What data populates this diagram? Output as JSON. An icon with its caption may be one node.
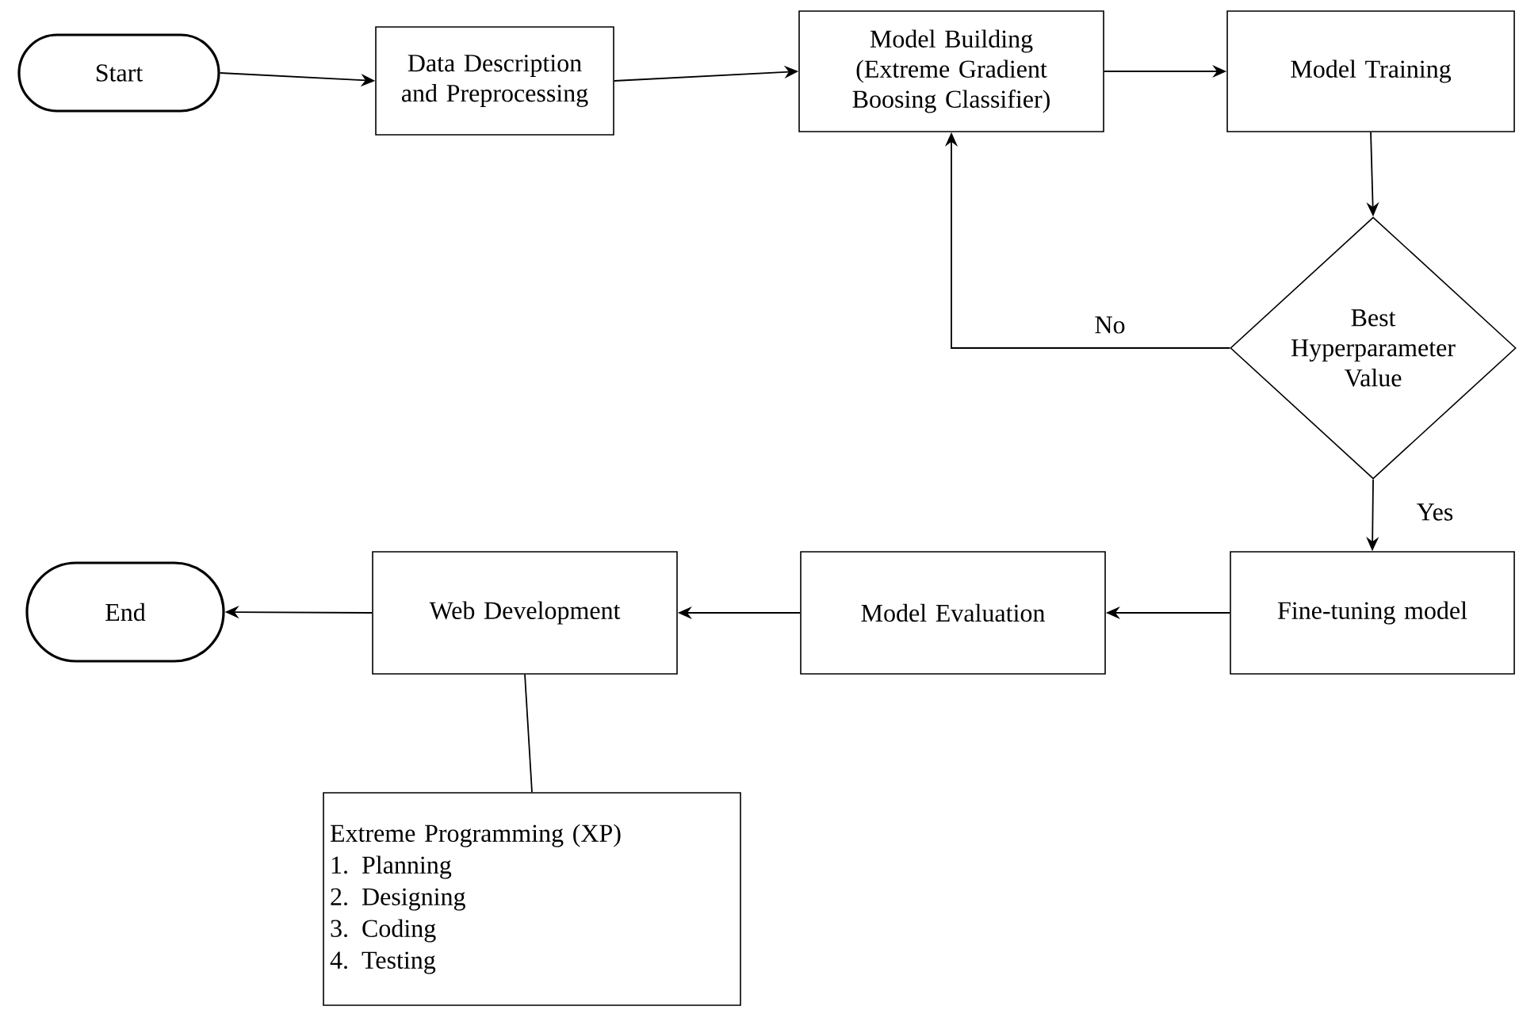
{
  "diagram": {
    "nodes": [
      {
        "text": [
          "Start"
        ]
      },
      {
        "text": [
          "Data Description and Preprocessing"
        ]
      },
      {
        "text": [
          "Model Building (Extreme Gradient Boosing Classifier)"
        ]
      },
      {
        "text": [
          "Model Training"
        ]
      },
      {
        "text": [
          "Best Hyperparameter Value"
        ]
      },
      {
        "text": [
          "Fine-tuning model"
        ]
      },
      {
        "text": [
          "Model Evaluation"
        ]
      },
      {
        "text": [
          "Web Development"
        ]
      },
      {
        "text": [
          "End"
        ]
      },
      {
        "text": [
          "Extreme Programming (XP)",
          "1. Planning",
          "2. Designing",
          "3. Coding",
          "4. Testing"
        ]
      }
    ],
    "edges": [
      {
        "from": 0,
        "to": 1,
        "arrow": "to"
      },
      {
        "from": 1,
        "to": 2,
        "arrow": "to"
      },
      {
        "from": 2,
        "to": 3,
        "arrow": "to"
      },
      {
        "from": 3,
        "to": 4,
        "arrow": "to"
      },
      {
        "from": 4,
        "to": 2,
        "arrow": "to",
        "label": "No"
      },
      {
        "from": 4,
        "to": 5,
        "arrow": "to",
        "label": "Yes"
      },
      {
        "from": 5,
        "to": 6,
        "arrow": "to"
      },
      {
        "from": 6,
        "to": 7,
        "arrow": "to"
      },
      {
        "from": 7,
        "to": 8,
        "arrow": "to"
      },
      {
        "from": 7,
        "to": 9,
        "arrow": "none"
      }
    ]
  }
}
